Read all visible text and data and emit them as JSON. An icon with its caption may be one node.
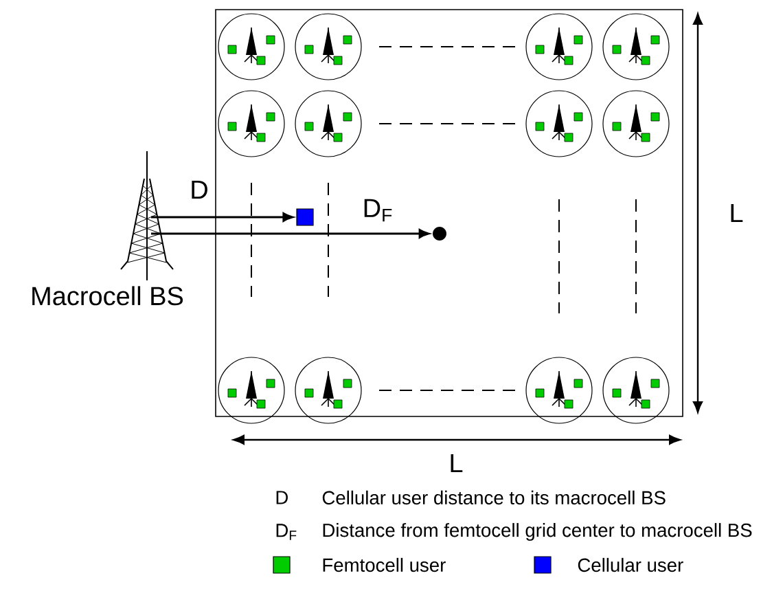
{
  "diagram": {
    "nodes": [
      {
        "text": [
          "Macrocell BS"
        ]
      },
      {
        "text": [],
        "shape": "box"
      },
      {
        "text": [],
        "shape": "box",
        "in": 1
      },
      {
        "text": [],
        "shape": "circle",
        "in": 1
      }
    ],
    "edges": [
      {
        "from": 0,
        "to": 2,
        "arrow": "to",
        "label": "D"
      },
      {
        "from": 0,
        "to": 3,
        "arrow": "to",
        "label": "D$_{F}$"
      }
    ],
    "labels": [
      "L",
      "L",
      "D",
      "Cellular user distance to its macrocell BS",
      "D$_{F}$",
      "Distance from femtocell grid center to macrocell BS"
    ],
    "legend": [
      {
        "text": "Femtocell user",
        "color": "#00cc00"
      },
      {
        "text": "Cellular user",
        "color": "#0000ff"
      }
    ]
  }
}
